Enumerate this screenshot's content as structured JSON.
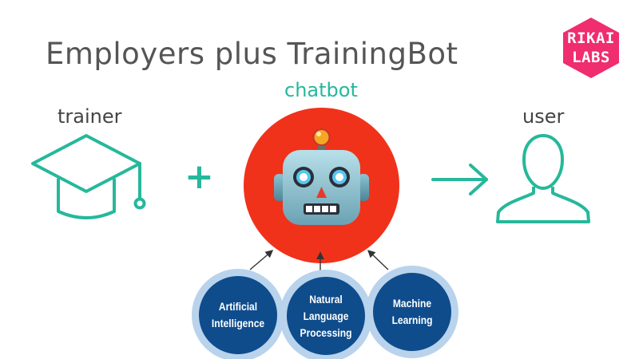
{
  "title": "Employers plus TrainingBot",
  "logo": {
    "line1": "RIKAI",
    "line2": "LABS",
    "color": "#ef2d6f"
  },
  "nodes": {
    "trainer": {
      "label": "trainer",
      "icon": "graduation-cap-icon"
    },
    "chatbot": {
      "label": "chatbot",
      "icon": "robot-face-icon"
    },
    "user": {
      "label": "user",
      "icon": "user-silhouette-icon"
    }
  },
  "operators": {
    "plus": "+"
  },
  "skills": [
    {
      "lines": [
        "Artificial",
        "Intelligence"
      ]
    },
    {
      "lines": [
        "Natural",
        "Language",
        "Processing"
      ]
    },
    {
      "lines": [
        "Machine",
        "Learning"
      ]
    }
  ],
  "colors": {
    "accent": "#26b89b",
    "chatbot_circle": "#f1321b",
    "skill_fill": "#0f4c8c",
    "skill_ring": "#b9d3ec",
    "title_text": "#555555"
  }
}
